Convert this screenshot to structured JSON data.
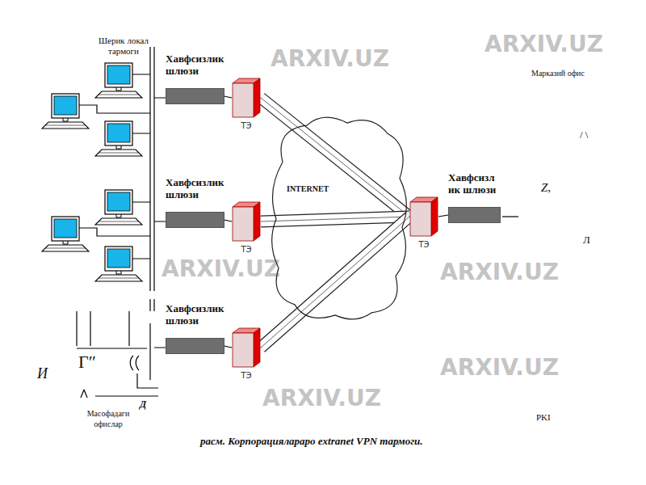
{
  "diagram": {
    "caption": "расм. Корпорациялараро extranet VPN тармоги.",
    "nodes": [
      {
        "text": [
          "Хавфсизлик шлюзи"
        ]
      },
      {
        "text": [
          "ТЭ"
        ]
      },
      {
        "text": [
          "Хавфсизлик шлюзи"
        ]
      },
      {
        "text": [
          "ТЭ"
        ]
      },
      {
        "text": [
          "Хавфсизлик шлюзи"
        ]
      },
      {
        "text": [
          "ТЭ"
        ]
      },
      {
        "text": [
          "INTERNET"
        ]
      },
      {
        "text": [
          "ТЭ"
        ]
      },
      {
        "text": [
          "Хавфсизл ик шлюзи"
        ]
      }
    ],
    "edges": [
      {
        "from": 0,
        "to": 1,
        "arrow": "none"
      },
      {
        "from": 2,
        "to": 3,
        "arrow": "none"
      },
      {
        "from": 4,
        "to": 5,
        "arrow": "none"
      },
      {
        "from": 1,
        "to": 7,
        "arrow": "none"
      },
      {
        "from": 3,
        "to": 7,
        "arrow": "none"
      },
      {
        "from": 5,
        "to": 7,
        "arrow": "none"
      },
      {
        "from": 7,
        "to": 8,
        "arrow": "none"
      }
    ],
    "labels": [
      "Шерик локал тармоги",
      "Марказий офис",
      "/ \\",
      "Z,",
      "Л",
      "Масофадаги офислар",
      "PKI",
      "Г″",
      "И",
      "Д",
      "ARXIV.UZ",
      "ARXIV.UZ",
      "ARXIV.UZ",
      "ARXIV.UZ",
      "ARXIV.UZ",
      "ARXIV.UZ"
    ]
  }
}
